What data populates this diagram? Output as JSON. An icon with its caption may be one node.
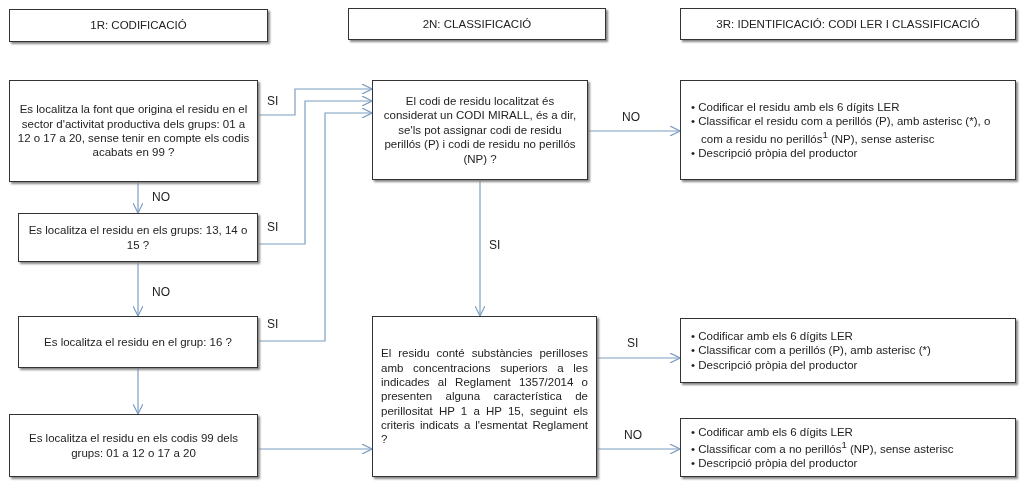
{
  "diagram": {
    "nodes": [
      {
        "text": [
          "1R: CODIFICACIÓ"
        ]
      },
      {
        "text": [
          "2N: CLASSIFICACIÓ"
        ]
      },
      {
        "text": [
          "3R: IDENTIFICACIÓ:  CODI LER I CLASSIFICACIÓ"
        ]
      },
      {
        "text": [
          "Es localitza la font que origina el residu en el sector d'activitat productiva dels grups: 01 a 12 o 17 a 20, sense tenir en compte els codis acabats en 99 ?"
        ]
      },
      {
        "text": [
          "Es localitza el residu en els grups: 13, 14 o 15 ?"
        ]
      },
      {
        "text": [
          "Es localitza el residu en el grup: 16 ?"
        ]
      },
      {
        "text": [
          "Es localitza el residu en els codis 99 dels grups: 01 a 12 o 17 a 20"
        ]
      },
      {
        "text": [
          "El codi de residu localitzat és considerat un CODI MIRALL, és a dir, se'ls pot assignar codi de residu perillós (P) i codi de residu no perillós (NP) ?"
        ]
      },
      {
        "text": [
          "• Codificar el residu amb els 6 dígits LER",
          "• Classificar el residu com a perillós (P), amb asterisc (*), o com a residu no perillós$^{1}$ (NP), sense asterisc",
          "• Descripció pròpia del productor"
        ]
      },
      {
        "text": [
          "El residu conté substàncies perilloses amb concentracions superiors a les indicades al Reglament 1357/2014 o presenten alguna característica de perillositat HP 1 a HP 15, seguint els criteris indicats a l'esmentat Reglament ?"
        ]
      },
      {
        "text": [
          "• Codificar amb els 6 dígits LER",
          "• Classificar com a perillós (P), amb asterisc (*)",
          "• Descripció pròpia del productor"
        ]
      },
      {
        "text": [
          "• Codificar amb els 6 dígits LER",
          "• Classificar com a no perillós$^{1}$ (NP), sense asterisc",
          "• Descripció pròpia del productor"
        ]
      }
    ],
    "edges": [
      {
        "from": 3,
        "to": 7,
        "arrow": "to",
        "label": "SI"
      },
      {
        "from": 4,
        "to": 7,
        "arrow": "to",
        "label": "SI"
      },
      {
        "from": 5,
        "to": 7,
        "arrow": "to",
        "label": "SI"
      },
      {
        "from": 3,
        "to": 4,
        "arrow": "to",
        "label": "NO"
      },
      {
        "from": 4,
        "to": 5,
        "arrow": "to",
        "label": "NO"
      },
      {
        "from": 5,
        "to": 6,
        "arrow": "to"
      },
      {
        "from": 6,
        "to": 9,
        "arrow": "to"
      },
      {
        "from": 7,
        "to": 8,
        "arrow": "to",
        "label": "NO"
      },
      {
        "from": 7,
        "to": 9,
        "arrow": "to",
        "label": "SI"
      },
      {
        "from": 9,
        "to": 10,
        "arrow": "to",
        "label": "SI"
      },
      {
        "from": 9,
        "to": 11,
        "arrow": "to",
        "label": "NO"
      }
    ]
  }
}
